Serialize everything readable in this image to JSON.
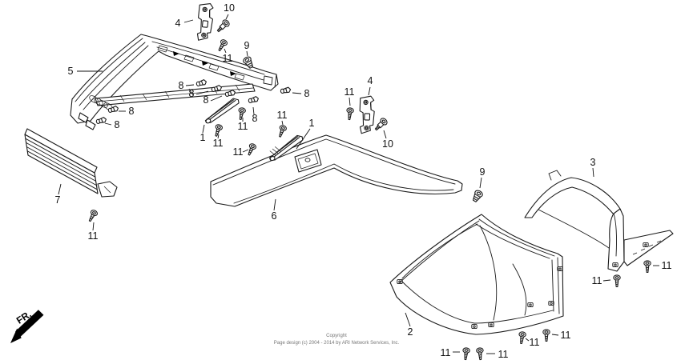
{
  "canvas": {
    "background": "#ffffff",
    "line_color": "#1a1a1a",
    "label_color": "#111111",
    "watermark_color": "#777777"
  },
  "direction_indicator": {
    "label": "FR."
  },
  "watermark": {
    "line1": "Copyright",
    "line2": "Page design (c) 2004 - 2014 by ARI Network Services, Inc."
  },
  "callouts": [
    {
      "label": "5"
    },
    {
      "label": "4"
    },
    {
      "label": "10"
    },
    {
      "label": "11"
    },
    {
      "label": "9"
    },
    {
      "label": "8"
    },
    {
      "label": "8"
    },
    {
      "label": "8"
    },
    {
      "label": "8"
    },
    {
      "label": "8"
    },
    {
      "label": "8"
    },
    {
      "label": "8"
    },
    {
      "label": "1"
    },
    {
      "label": "11"
    },
    {
      "label": "11"
    },
    {
      "label": "11"
    },
    {
      "label": "1"
    },
    {
      "label": "11"
    },
    {
      "label": "4"
    },
    {
      "label": "11"
    },
    {
      "label": "10"
    },
    {
      "label": "9"
    },
    {
      "label": "3"
    },
    {
      "label": "6"
    },
    {
      "label": "7"
    },
    {
      "label": "11"
    },
    {
      "label": "2"
    },
    {
      "label": "11"
    },
    {
      "label": "11"
    },
    {
      "label": "11"
    },
    {
      "label": "11"
    },
    {
      "label": "11"
    },
    {
      "label": "11"
    }
  ]
}
